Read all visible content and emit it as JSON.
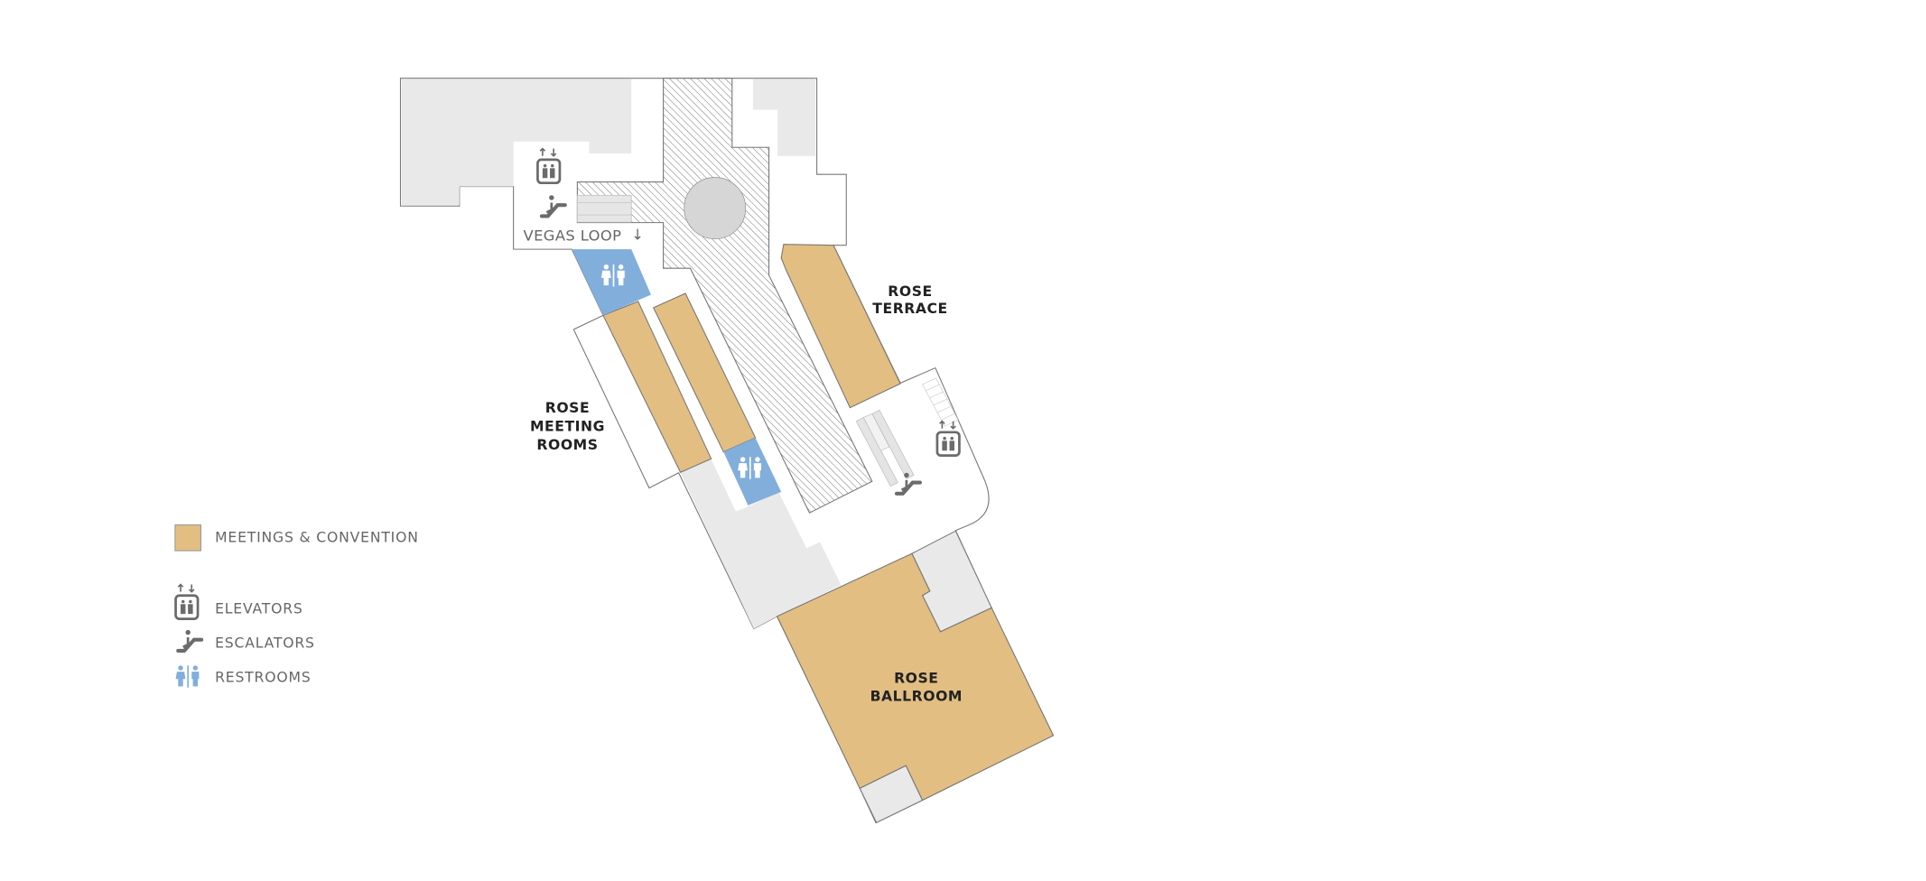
{
  "colors": {
    "meetings": "#e3be82",
    "restroom": "#82aedc",
    "service": "#e9e9e9",
    "icon": "#6b6b6b",
    "outline": "#777777"
  },
  "map": {
    "labels": {
      "rose_terrace": [
        "ROSE",
        "TERRACE"
      ],
      "rose_meeting_rooms": [
        "ROSE",
        "MEETING",
        "ROOMS"
      ],
      "rose_ballroom": [
        "ROSE",
        "BALLROOM"
      ],
      "vegas_loop": "VEGAS LOOP",
      "vegas_loop_arrow": "↓"
    }
  },
  "legend": {
    "items": [
      {
        "icon": "meetings-swatch",
        "label": "MEETINGS & CONVENTION"
      },
      {
        "icon": "elevator-icon",
        "label": "ELEVATORS"
      },
      {
        "icon": "escalator-icon",
        "label": "ESCALATORS"
      },
      {
        "icon": "restroom-icon",
        "label": "RESTROOMS"
      }
    ]
  }
}
